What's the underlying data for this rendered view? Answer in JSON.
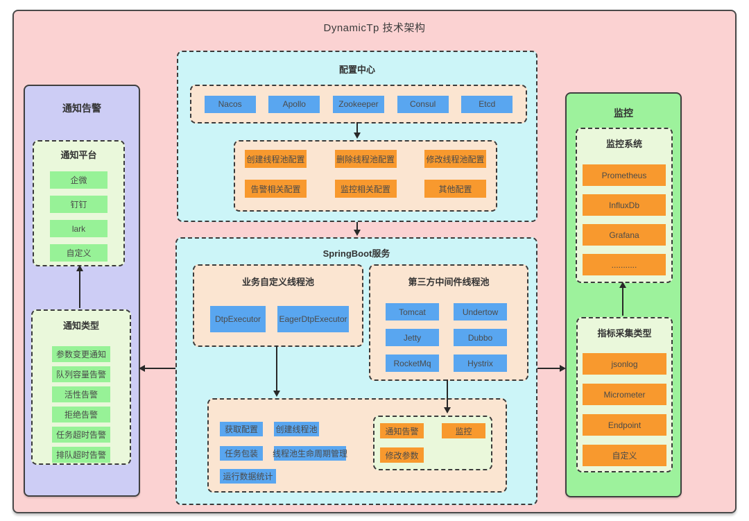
{
  "title": "DynamicTp 技术架构",
  "palette": {
    "outer_bg": "#FBD2D2",
    "cyan_bg": "#CCF5F8",
    "peach_bg": "#FBE5D1",
    "purple_bg": "#CDCDF5",
    "light_green_bg": "#EAF8DB",
    "green_box_bg": "#9DF29C",
    "green_item": "#97F297",
    "blue_item": "#59A6F0",
    "orange_item": "#F8992E"
  },
  "notify": {
    "title": "通知告警",
    "platform": {
      "title": "通知平台",
      "items": [
        "企微",
        "钉钉",
        "lark",
        "自定义"
      ]
    },
    "types": {
      "title": "通知类型",
      "items": [
        "参数变更通知",
        "队列容量告警",
        "活性告警",
        "拒绝告警",
        "任务超时告警",
        "排队超时告警"
      ]
    }
  },
  "config_center": {
    "title": "配置中心",
    "registries": [
      "Nacos",
      "Apollo",
      "Zookeeper",
      "Consul",
      "Etcd"
    ],
    "config_items": [
      "创建线程池配置",
      "删除线程池配置",
      "修改线程池配置",
      "告警相关配置",
      "监控相关配置",
      "其他配置"
    ]
  },
  "springboot": {
    "title": "SpringBoot服务",
    "custom_pool": {
      "title": "业务自定义线程池",
      "items": [
        "DtpExecutor",
        "EagerDtpExecutor"
      ]
    },
    "third_party_pool": {
      "title": "第三方中间件线程池",
      "items": [
        "Tomcat",
        "Undertow",
        "Jetty",
        "Dubbo",
        "RocketMq",
        "Hystrix"
      ]
    },
    "core_functions": [
      "获取配置",
      "创建线程池",
      "任务包装",
      "线程池生命周期管理",
      "运行数据统计"
    ],
    "actions": [
      "通知告警",
      "监控",
      "修改参数"
    ]
  },
  "monitor": {
    "title": "监控",
    "systems": {
      "title": "监控系统",
      "items": [
        "Prometheus",
        "InfluxDb",
        "Grafana",
        "..........."
      ]
    },
    "collect_types": {
      "title": "指标采集类型",
      "items": [
        "jsonlog",
        "Micrometer",
        "Endpoint",
        "自定义"
      ]
    }
  }
}
